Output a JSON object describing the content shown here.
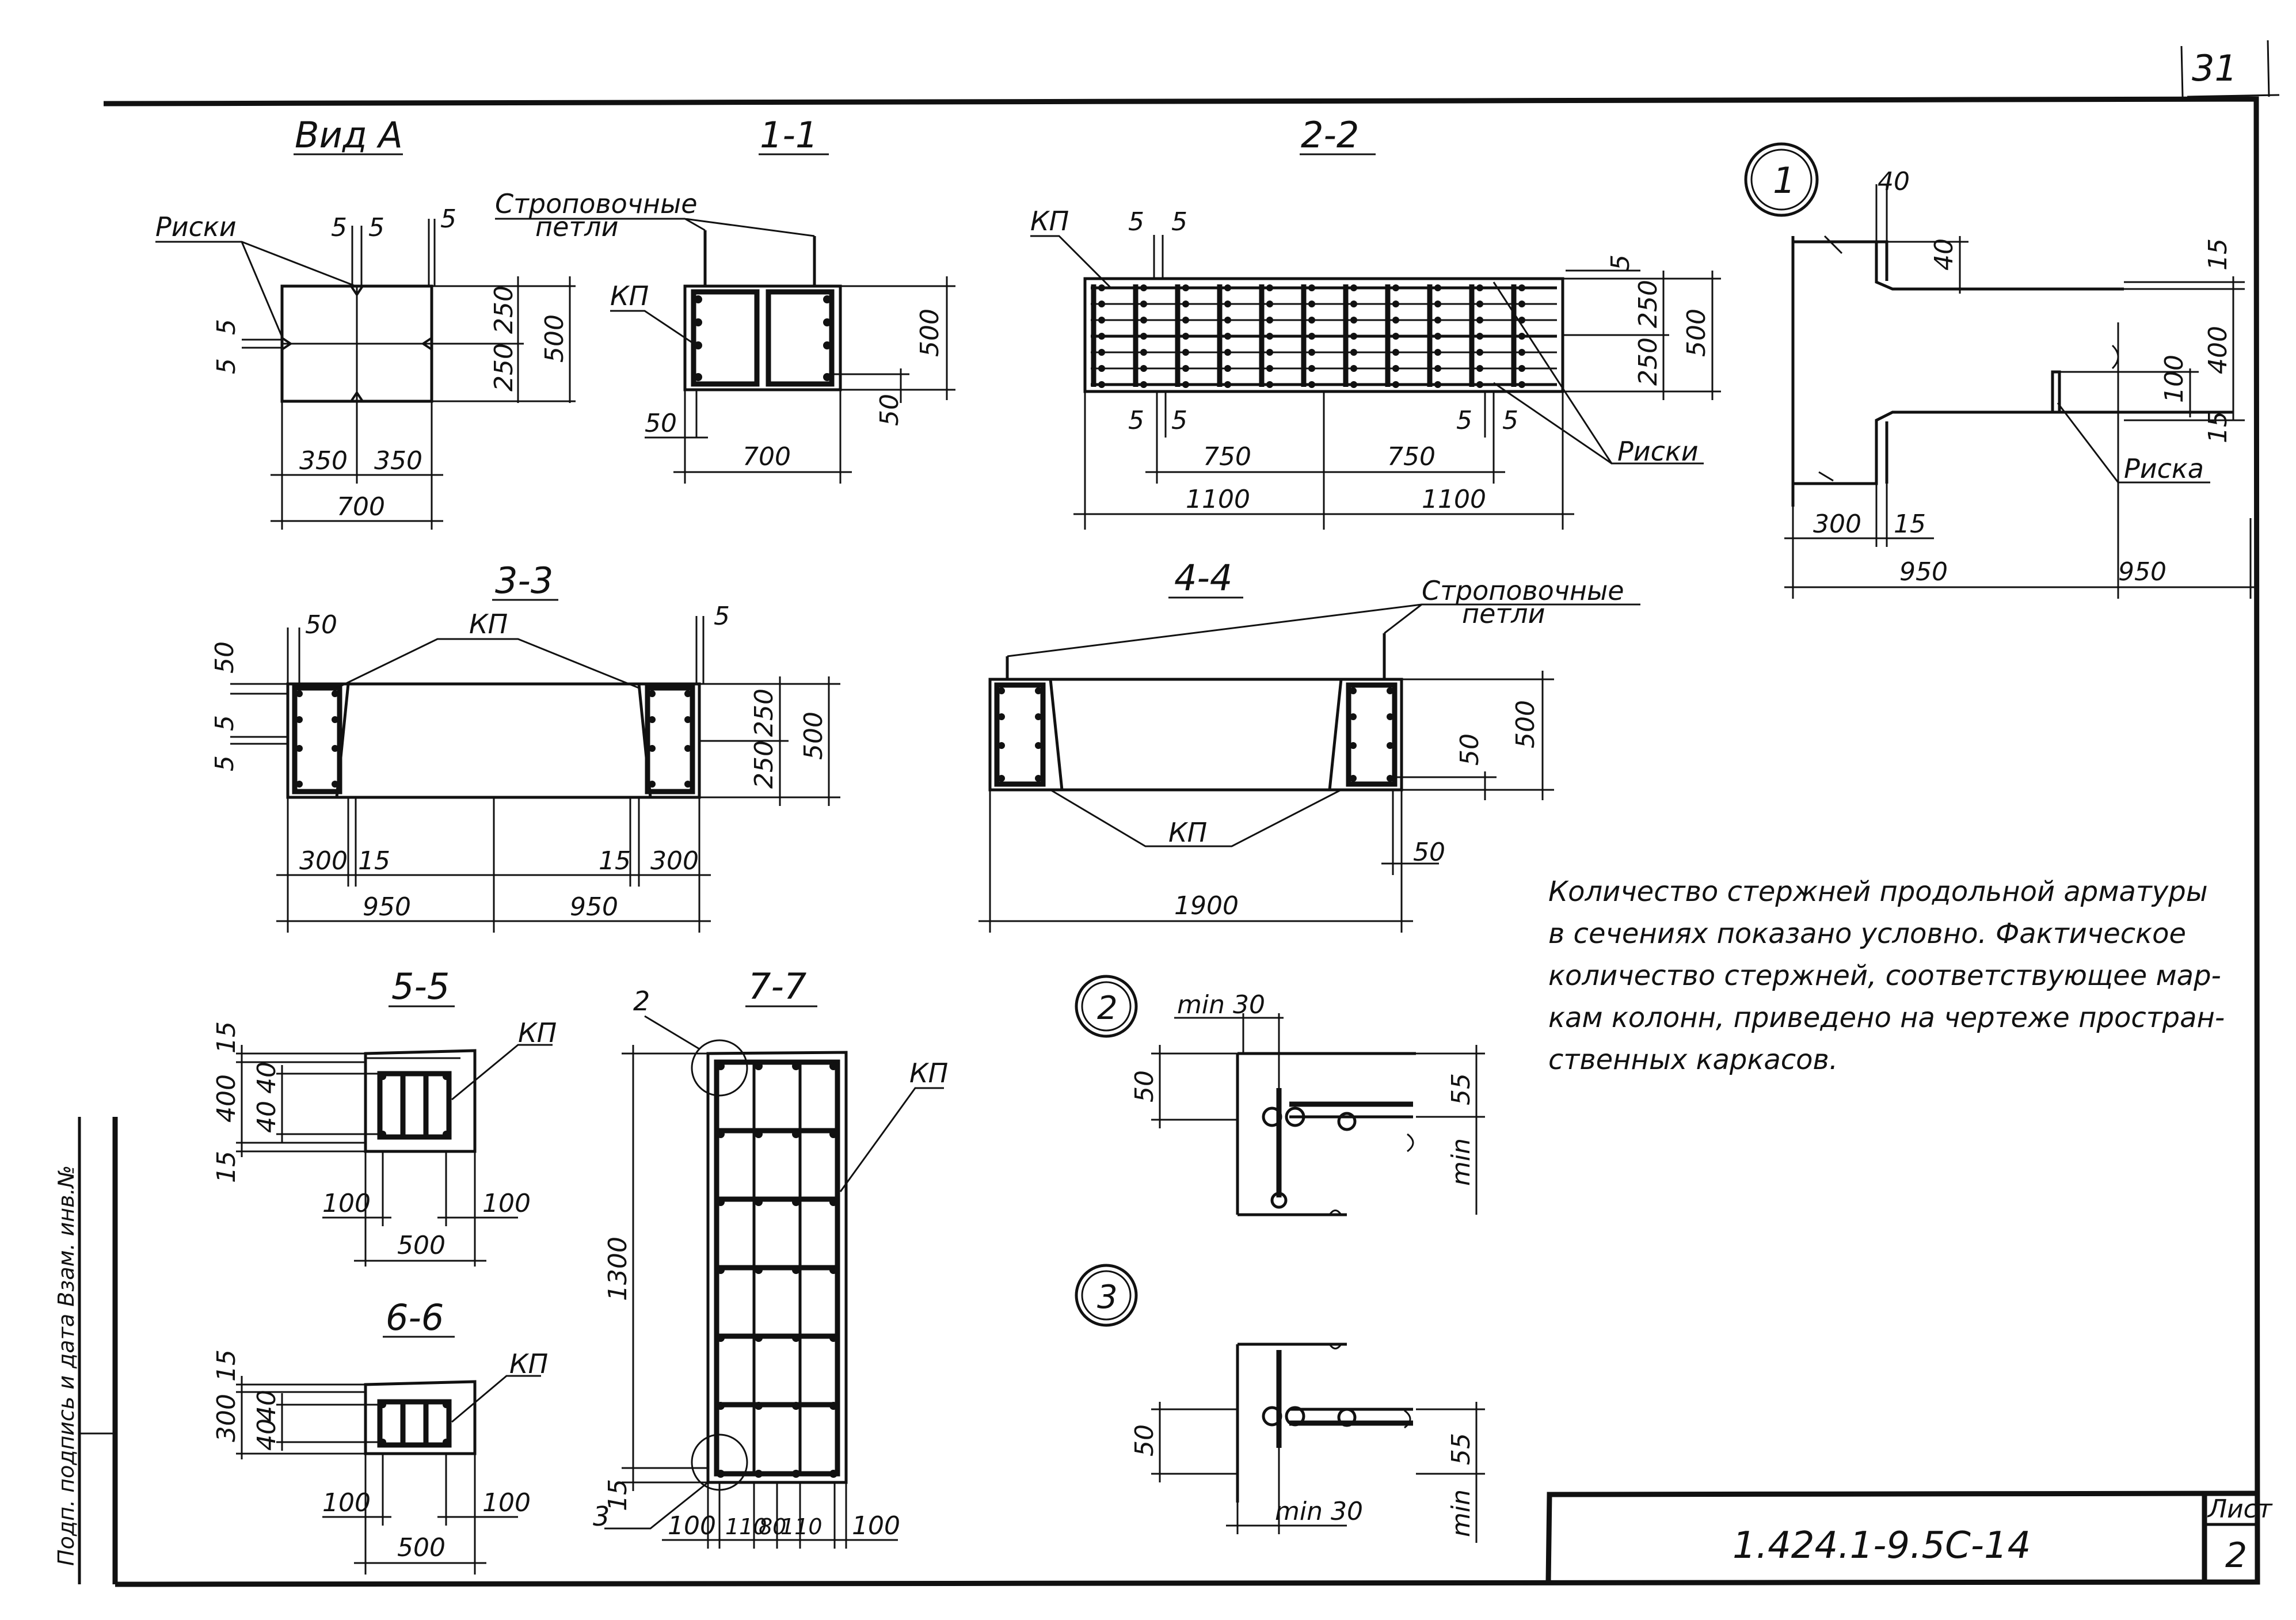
{
  "sheet": {
    "page_number": "31",
    "designation": "1.424.1-9.5С-14",
    "list_label": "Лист",
    "list_number": "2",
    "side_stamp": "Подп. подпись и дата Взам. инв.№"
  },
  "views": {
    "vid_a": {
      "title": "Вид А",
      "marks_label": "Риски",
      "d5a": "5",
      "d5b": "5",
      "d5c": "5",
      "d5d": "5",
      "d5e": "5",
      "d250a": "250",
      "d250b": "250",
      "d500": "500",
      "d350a": "350",
      "d350b": "350",
      "d700": "700"
    },
    "s1": {
      "title": "1-1",
      "loops_line1": "Строповочные",
      "loops_line2": "петли",
      "kp": "КП",
      "d500": "500",
      "d50a": "50",
      "d50b": "50",
      "d700": "700"
    },
    "s2": {
      "title": "2-2",
      "kp": "КП",
      "d5a": "5",
      "d5b": "5",
      "d5c": "5",
      "d5d": "5",
      "d5e": "5",
      "d5f": "5",
      "d5g": "5",
      "d250a": "250",
      "d250b": "250",
      "d500": "500",
      "d750a": "750",
      "d750b": "750",
      "d1100a": "1100",
      "d1100b": "1100",
      "marks_label": "Риски"
    },
    "s3": {
      "title": "3-3",
      "kp": "КП",
      "d50a": "50",
      "d50b": "50",
      "d5a": "5",
      "d5b": "5",
      "d5c": "5",
      "d250a": "250",
      "d250b": "250",
      "d500": "500",
      "d300a": "300",
      "d15a": "15",
      "d15b": "15",
      "d300b": "300",
      "d950a": "950",
      "d950b": "950"
    },
    "s4": {
      "title": "4-4",
      "loops_line1": "Строповочные",
      "loops_line2": "петли",
      "kp": "КП",
      "d500": "500",
      "d50a": "50",
      "d50b": "50",
      "d1900": "1900"
    },
    "s5": {
      "title": "5-5",
      "kp": "КП",
      "d15a": "15",
      "d400": "400",
      "d40a": "40",
      "d40b": "40",
      "d15b": "15",
      "d100a": "100",
      "d100b": "100",
      "d500": "500"
    },
    "s6": {
      "title": "6-6",
      "kp": "КП",
      "d15": "15",
      "d300": "300",
      "d40a": "40",
      "d40b": "40",
      "d100a": "100",
      "d100b": "100",
      "d500": "500"
    },
    "s7": {
      "title": "7-7",
      "kp": "КП",
      "node2": "2",
      "node3": "3",
      "d1300": "1300",
      "d15": "15",
      "d100a": "100",
      "d110a": "110",
      "d80": "80",
      "d110b": "110",
      "d100b": "100"
    },
    "n1": {
      "title": "1",
      "d40a": "40",
      "d40b": "40",
      "d15a": "15",
      "d400": "400",
      "d100": "100",
      "d15b": "15",
      "d300": "300",
      "d15c": "15",
      "d950a": "950",
      "d950b": "950",
      "mark_label": "Риска"
    },
    "n2": {
      "title": "2",
      "min30": "min 30",
      "d50": "50",
      "d55": "55",
      "min_v": "min"
    },
    "n3": {
      "title": "3",
      "d50": "50",
      "d55": "55",
      "min_v": "min",
      "min30": "min 30"
    }
  },
  "note": {
    "lines": [
      "Количество стержней продольной арматуры",
      "в сечениях показано условно. Фактическое",
      "количество стержней, соответствующее мар-",
      "кам колонн, приведено на чертеже простран-",
      "ственных каркасов."
    ]
  }
}
